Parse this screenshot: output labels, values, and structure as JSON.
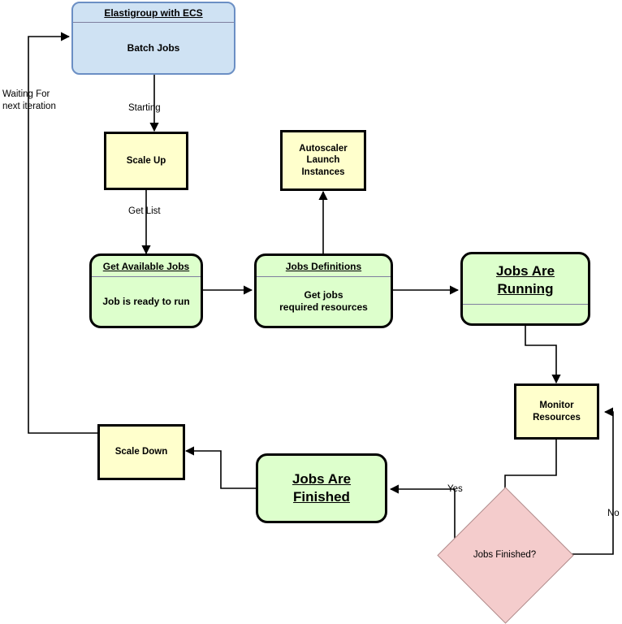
{
  "diagram": {
    "title": "Elastigroup with ECS batch jobs autoscaling flow",
    "colors": {
      "blue_fill": "#cfe2f3",
      "blue_stroke": "#6b8fc4",
      "yellow_fill": "#ffffcc",
      "green_fill": "#ddffcc",
      "pink_fill": "#f4cccc",
      "pink_stroke": "#b08c8c",
      "stroke": "#000000",
      "divider": "#7f7f9f"
    },
    "nodes": {
      "elastigroup": {
        "title": "Elastigroup with ECS",
        "body": "Batch Jobs"
      },
      "scale_up": {
        "body": "Scale Up"
      },
      "autoscaler": {
        "body": "Autoscaler\nLaunch\nInstances"
      },
      "get_available_jobs": {
        "title": "Get Available Jobs",
        "body": "Job is ready to run"
      },
      "jobs_definitions": {
        "title": "Jobs Definitions",
        "body": "Get jobs\nrequired resources"
      },
      "jobs_are_running": {
        "title": "Jobs Are\nRunning",
        "body": ""
      },
      "monitor_resources": {
        "body": "Monitor\nResources"
      },
      "jobs_finished_decision": {
        "label": "Jobs Finished?"
      },
      "jobs_are_finished": {
        "title": "Jobs Are\nFinished",
        "body": ""
      },
      "scale_down": {
        "body": "Scale Down"
      }
    },
    "edge_labels": {
      "starting": "Starting",
      "get_list": "Get List",
      "waiting": "Waiting For\nnext iteration",
      "yes": "Yes",
      "no": "No"
    }
  }
}
